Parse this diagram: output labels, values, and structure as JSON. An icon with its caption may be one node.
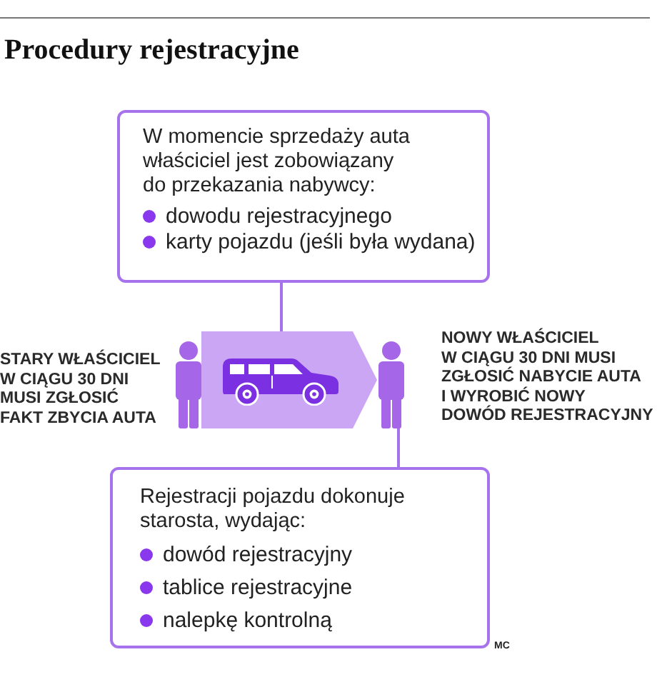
{
  "diagram": {
    "title": "Procedury rejestracyjne",
    "nodes": [
      {
        "text": [
          "W momencie sprzedaży auta właściciel jest zobowiązany do przekazania nabywcy:",
          "dowodu rejestracyjnego",
          "karty pojazdu (jeśli była wydana)"
        ]
      },
      {
        "text": [],
        "shape": "person",
        "beside": [
          "STARY WŁAŚCICIEL W CIĄGU 30 DNI MUSI ZGŁOSIĆ FAKT ZBYCIA AUTA"
        ]
      },
      {
        "text": [],
        "shape": "person",
        "beside": [
          "NOWY WŁAŚCICIEL W CIĄGU 30 DNI MUSI ZGŁOSIĆ NABYCIE AUTA I WYROBIĆ NOWY DOWÓD REJESTRACYJNY"
        ]
      },
      {
        "text": [
          "Rejestracji pojazdu dokonuje starosta, wydając:",
          "dowód rejestracyjny",
          "tablice rejestracyjne",
          "nalepkę kontrolną"
        ]
      }
    ],
    "edges": [
      {
        "from": 0,
        "to": null,
        "arrow": "none"
      },
      {
        "from": 1,
        "to": 2,
        "arrow": "to",
        "style": "thick",
        "color": "#caa6f4"
      },
      {
        "from": 2,
        "to": 3,
        "arrow": "none"
      }
    ],
    "labels": [
      "MC"
    ]
  }
}
